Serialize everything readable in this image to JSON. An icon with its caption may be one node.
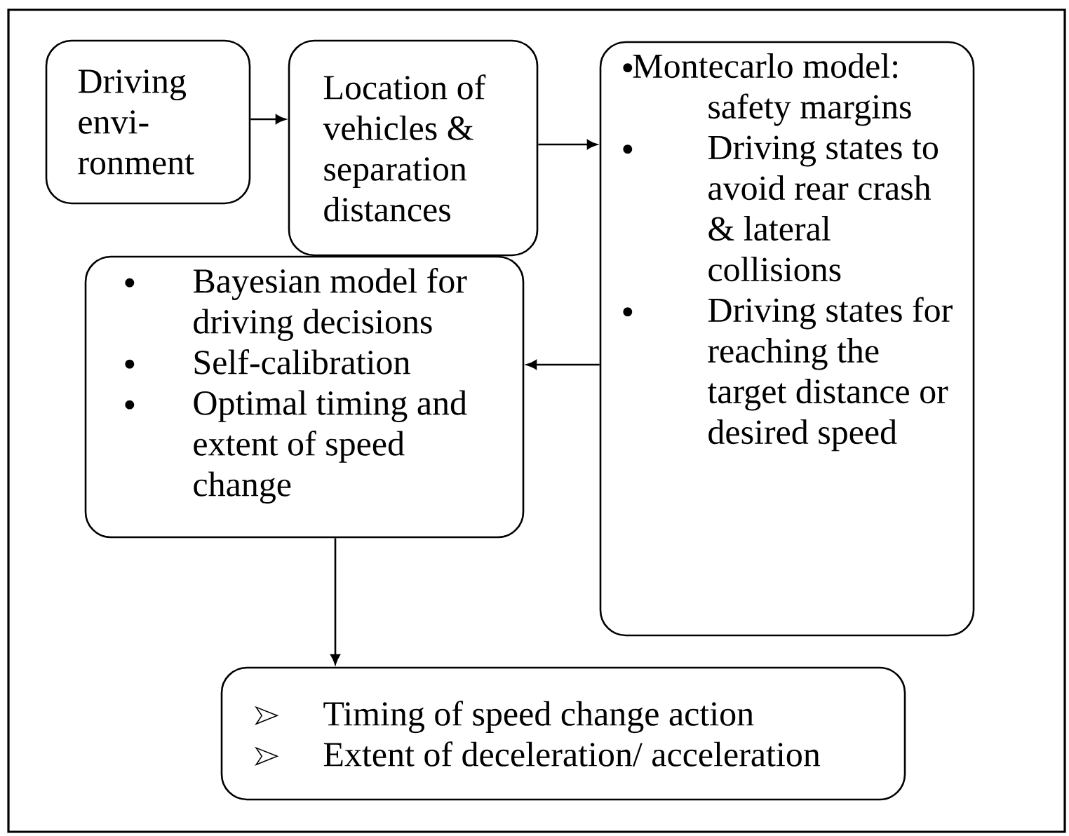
{
  "diagram": {
    "nodes": [
      {
        "text": [
          "Driving envi- ronment"
        ]
      },
      {
        "text": [
          "Location of vehicles & separation distances"
        ]
      },
      {
        "text": [
          "Montecarlo model: safety margins",
          "Driving states to avoid rear crash & lateral collisions",
          "Driving states for reaching the target distance or desired speed"
        ]
      },
      {
        "text": [
          "Bayesian model for driving decisions",
          "Self-calibration",
          "Optimal timing and extent of speed change"
        ]
      },
      {
        "text": [
          "Timing of speed change action",
          "Extent of deceleration/ acceleration"
        ]
      }
    ],
    "edges": [
      {
        "from": 0,
        "to": 1,
        "arrow": "to"
      },
      {
        "from": 1,
        "to": 2,
        "arrow": "to"
      },
      {
        "from": 2,
        "to": 3,
        "arrow": "to"
      },
      {
        "from": 3,
        "to": 4,
        "arrow": "to"
      }
    ]
  }
}
